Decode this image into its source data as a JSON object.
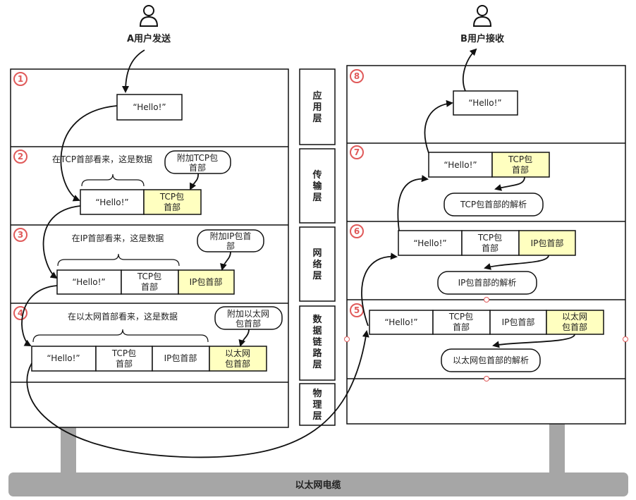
{
  "users": {
    "sender": "A用户发送",
    "receiver": "B用户接收"
  },
  "cable_label": "以太网电缆",
  "layers": [
    {
      "lines": [
        "应",
        "用",
        "层"
      ]
    },
    {
      "lines": [
        "传",
        "输",
        "层"
      ]
    },
    {
      "lines": [
        "网",
        "络",
        "层"
      ]
    },
    {
      "lines": [
        "数",
        "据",
        "链",
        "路",
        "层"
      ]
    },
    {
      "lines": [
        "物",
        "理",
        "层"
      ]
    }
  ],
  "steps": {
    "s1": "1",
    "s2": "2",
    "s3": "3",
    "s4": "4",
    "s5": "5",
    "s6": "6",
    "s7": "7",
    "s8": "8"
  },
  "cells": {
    "hello": "“Hello!”",
    "tcp_header": [
      "TCP包",
      "首部"
    ],
    "ip_header": "IP包首部",
    "eth_header": [
      "以太网",
      "包首部"
    ]
  },
  "notes": {
    "tcp_view": "在TCP首部看来，这是数据",
    "ip_view": "在IP首部看来，这是数据",
    "eth_view": "在以太网首部看来，这是数据"
  },
  "callouts": {
    "add_tcp": [
      "附加TCP包",
      "首部"
    ],
    "add_ip": [
      "附加IP包首",
      "部"
    ],
    "add_eth": [
      "附加以太网",
      "包首部"
    ],
    "parse_tcp": "TCP包首部的解析",
    "parse_ip": "IP包首部的解析",
    "parse_eth": "以太网包首部的解析"
  },
  "colors": {
    "header_fill": "#ffffc0",
    "step_circle": "#e05a5a",
    "cable": "#a6a6a6",
    "stroke": "#111111"
  }
}
